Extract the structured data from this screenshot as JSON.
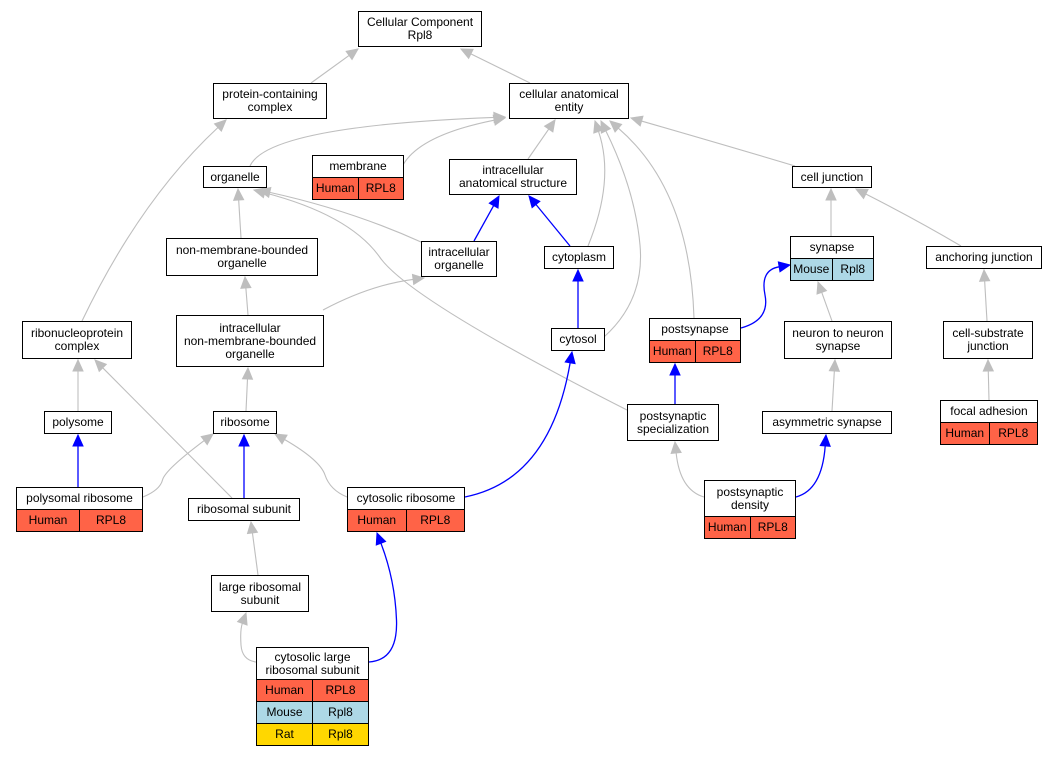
{
  "colors": {
    "human": "#ff6347",
    "mouse": "#add8e6",
    "rat": "#ffd700",
    "is_a_edge": "#bebebe",
    "part_of_edge": "#0000ff"
  },
  "nodes": {
    "root": {
      "label": "Cellular Component\nRpl8"
    },
    "pcc": {
      "label": "protein-containing\ncomplex"
    },
    "cae": {
      "label": "cellular anatomical\nentity"
    },
    "org": {
      "label": "organelle"
    },
    "mem": {
      "label": "membrane",
      "annotations": [
        {
          "species": "Human",
          "gene": "RPL8"
        }
      ]
    },
    "ias": {
      "label": "intracellular\nanatomical structure"
    },
    "cj": {
      "label": "cell junction"
    },
    "nmbo": {
      "label": "non-membrane-bounded\norganelle"
    },
    "io": {
      "label": "intracellular\norganelle"
    },
    "cyto": {
      "label": "cytoplasm"
    },
    "syn": {
      "label": "synapse",
      "annotations": [
        {
          "species": "Mouse",
          "gene": "Rpl8"
        }
      ]
    },
    "aj": {
      "label": "anchoring junction"
    },
    "rnp": {
      "label": "ribonucleoprotein\ncomplex"
    },
    "inmbo": {
      "label": "intracellular\nnon-membrane-bounded\norganelle"
    },
    "cytosol": {
      "label": "cytosol"
    },
    "postsyn": {
      "label": "postsynapse",
      "annotations": [
        {
          "species": "Human",
          "gene": "RPL8"
        }
      ]
    },
    "n2n": {
      "label": "neuron to neuron\nsynapse"
    },
    "csj": {
      "label": "cell-substrate\njunction"
    },
    "poly": {
      "label": "polysome"
    },
    "ribo": {
      "label": "ribosome"
    },
    "pss": {
      "label": "postsynaptic\nspecialization"
    },
    "asym": {
      "label": "asymmetric synapse"
    },
    "fa": {
      "label": "focal adhesion",
      "annotations": [
        {
          "species": "Human",
          "gene": "RPL8"
        }
      ]
    },
    "polyribo": {
      "label": "polysomal ribosome",
      "annotations": [
        {
          "species": "Human",
          "gene": "RPL8"
        }
      ]
    },
    "rsu": {
      "label": "ribosomal subunit"
    },
    "cribo": {
      "label": "cytosolic ribosome",
      "annotations": [
        {
          "species": "Human",
          "gene": "RPL8"
        }
      ]
    },
    "psd": {
      "label": "postsynaptic\ndensity",
      "annotations": [
        {
          "species": "Human",
          "gene": "RPL8"
        }
      ]
    },
    "lrsu": {
      "label": "large ribosomal\nsubunit"
    },
    "clrsu": {
      "label": "cytosolic large\nribosomal subunit",
      "annotations": [
        {
          "species": "Human",
          "gene": "RPL8"
        },
        {
          "species": "Mouse",
          "gene": "Rpl8"
        },
        {
          "species": "Rat",
          "gene": "Rpl8"
        }
      ]
    }
  },
  "edges": [
    {
      "from": "pcc",
      "to": "root",
      "type": "is_a"
    },
    {
      "from": "cae",
      "to": "root",
      "type": "is_a"
    },
    {
      "from": "org",
      "to": "cae",
      "type": "is_a"
    },
    {
      "from": "mem",
      "to": "cae",
      "type": "is_a"
    },
    {
      "from": "ias",
      "to": "cae",
      "type": "is_a"
    },
    {
      "from": "cj",
      "to": "cae",
      "type": "is_a"
    },
    {
      "from": "cyto",
      "to": "cae",
      "type": "is_a"
    },
    {
      "from": "cytosol",
      "to": "cae",
      "type": "is_a"
    },
    {
      "from": "postsyn",
      "to": "cae",
      "type": "is_a"
    },
    {
      "from": "nmbo",
      "to": "org",
      "type": "is_a"
    },
    {
      "from": "io",
      "to": "org",
      "type": "is_a"
    },
    {
      "from": "pss",
      "to": "org",
      "type": "is_a"
    },
    {
      "from": "io",
      "to": "ias",
      "type": "part_of"
    },
    {
      "from": "cyto",
      "to": "ias",
      "type": "part_of"
    },
    {
      "from": "syn",
      "to": "cj",
      "type": "is_a"
    },
    {
      "from": "aj",
      "to": "cj",
      "type": "is_a"
    },
    {
      "from": "rnp",
      "to": "pcc",
      "type": "is_a"
    },
    {
      "from": "inmbo",
      "to": "nmbo",
      "type": "is_a"
    },
    {
      "from": "inmbo",
      "to": "io",
      "type": "is_a"
    },
    {
      "from": "cytosol",
      "to": "cyto",
      "type": "part_of"
    },
    {
      "from": "postsyn",
      "to": "syn",
      "type": "part_of"
    },
    {
      "from": "n2n",
      "to": "syn",
      "type": "is_a"
    },
    {
      "from": "csj",
      "to": "aj",
      "type": "is_a"
    },
    {
      "from": "poly",
      "to": "rnp",
      "type": "is_a"
    },
    {
      "from": "rsu",
      "to": "rnp",
      "type": "is_a"
    },
    {
      "from": "ribo",
      "to": "inmbo",
      "type": "is_a"
    },
    {
      "from": "pss",
      "to": "postsyn",
      "type": "part_of"
    },
    {
      "from": "asym",
      "to": "n2n",
      "type": "is_a"
    },
    {
      "from": "fa",
      "to": "csj",
      "type": "is_a"
    },
    {
      "from": "polyribo",
      "to": "poly",
      "type": "part_of"
    },
    {
      "from": "polyribo",
      "to": "ribo",
      "type": "is_a"
    },
    {
      "from": "rsu",
      "to": "ribo",
      "type": "part_of"
    },
    {
      "from": "cribo",
      "to": "ribo",
      "type": "is_a"
    },
    {
      "from": "cribo",
      "to": "cytosol",
      "type": "part_of"
    },
    {
      "from": "psd",
      "to": "pss",
      "type": "is_a"
    },
    {
      "from": "psd",
      "to": "asym",
      "type": "part_of"
    },
    {
      "from": "lrsu",
      "to": "rsu",
      "type": "is_a"
    },
    {
      "from": "clrsu",
      "to": "lrsu",
      "type": "is_a"
    },
    {
      "from": "clrsu",
      "to": "cribo",
      "type": "part_of"
    }
  ]
}
